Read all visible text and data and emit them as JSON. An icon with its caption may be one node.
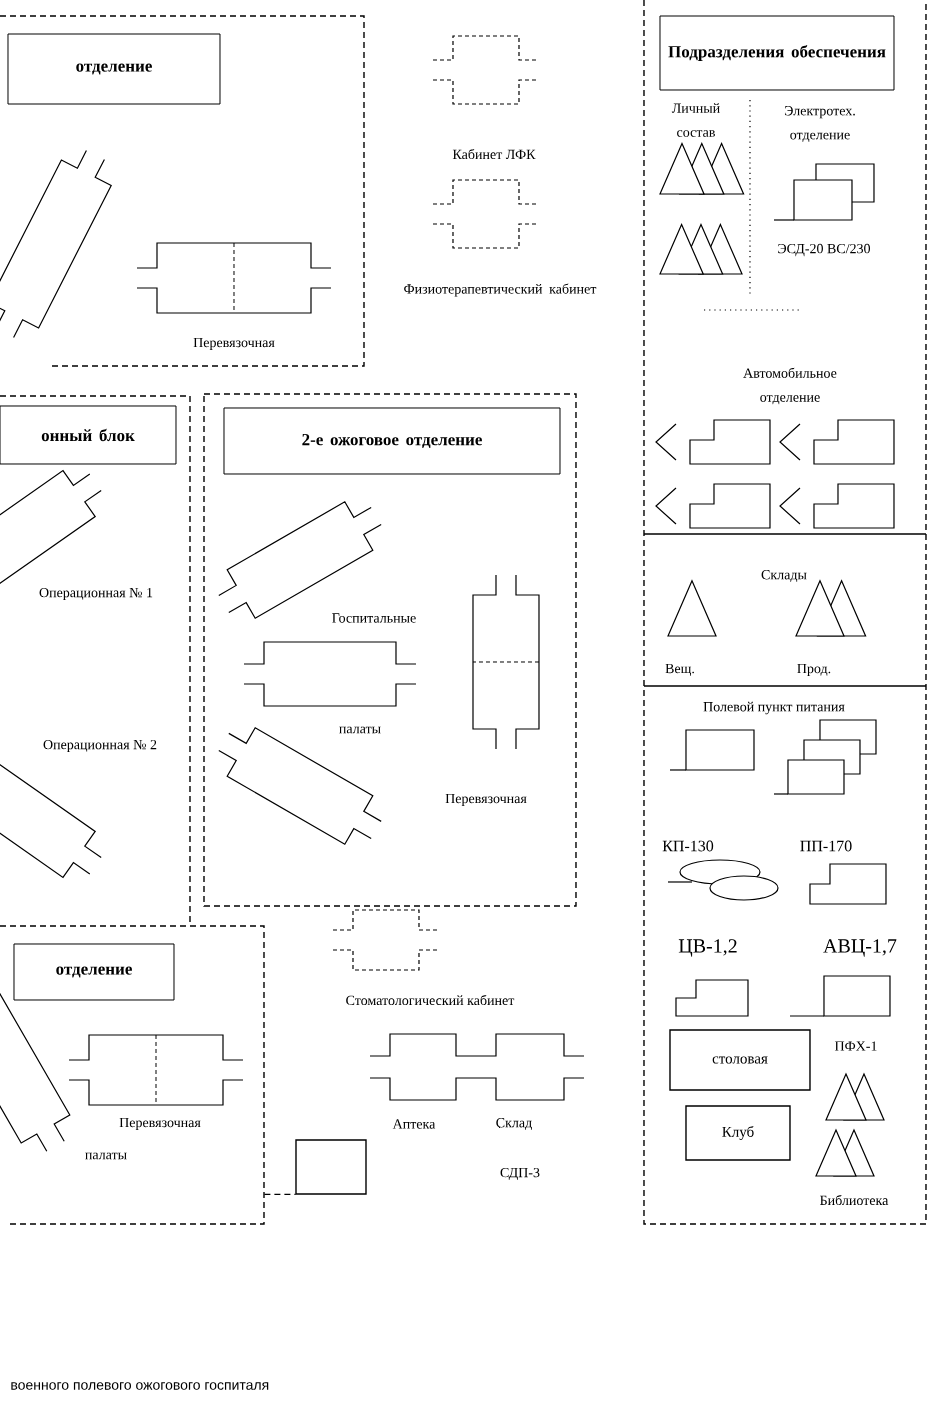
{
  "diagram": {
    "caption": "военного полевого ожогового госпиталя",
    "nodes": [
      {
        "text": [],
        "shape": "box"
      },
      {
        "text": [
          "отделение"
        ],
        "in": 0
      },
      {
        "text": [],
        "shape": "tent",
        "in": 0
      },
      {
        "text": [
          "Перевязочная"
        ],
        "in": 0
      },
      {
        "text": [
          "Кабинет ЛФК"
        ]
      },
      {
        "text": [
          "Физиотерапевтический кабинет"
        ]
      },
      {
        "text": [],
        "shape": "box"
      },
      {
        "text": [
          "Подразделения обеспечения"
        ],
        "in": 6
      },
      {
        "text": [
          "Личный состав"
        ],
        "in": 6
      },
      {
        "text": [],
        "shape": "triangle",
        "in": 6
      },
      {
        "text": [
          "Электротех. отделение",
          "ЭСД-20 ВС/230"
        ],
        "in": 6
      },
      {
        "text": [],
        "shape": "truck",
        "in": 6
      },
      {
        "text": [],
        "shape": "truck",
        "in": 6
      },
      {
        "text": [],
        "shape": "truck",
        "in": 6
      },
      {
        "text": [],
        "shape": "truck",
        "in": 6
      },
      {
        "text": [
          "Вещ."
        ],
        "in": 6
      },
      {
        "text": [
          "Прод."
        ],
        "in": 6
      },
      {
        "text": [],
        "shape": "rectangle",
        "in": 6
      },
      {
        "text": [],
        "shape": "rectangle",
        "in": 6
      },
      {
        "text": [
          "КП-130"
        ],
        "in": 6
      },
      {
        "text": [
          "ПП-170"
        ],
        "in": 6
      },
      {
        "text": [
          "ЦВ-1,2"
        ],
        "in": 6
      },
      {
        "text": [
          "АВЦ-1,7"
        ],
        "in": 6
      },
      {
        "text": [
          "столовая"
        ],
        "in": 6
      },
      {
        "text": [
          "ПФХ-1"
        ],
        "in": 6
      },
      {
        "text": [
          "Клуб"
        ],
        "in": 6
      },
      {
        "text": [
          "Библиотека"
        ],
        "in": 6
      },
      {
        "text": [],
        "shape": "box"
      },
      {
        "text": [
          "онный блок"
        ],
        "in": 27
      },
      {
        "text": [
          "Операционная № 1"
        ],
        "in": 27
      },
      {
        "text": [
          "Операционная № 2"
        ],
        "in": 27
      },
      {
        "text": [],
        "shape": "box"
      },
      {
        "text": [
          "2-е ожоговое отделение"
        ],
        "in": 31
      },
      {
        "text": [
          "Госпитальные"
        ],
        "in": 31
      },
      {
        "text": [
          "палаты"
        ],
        "in": 31
      },
      {
        "text": [],
        "shape": "tent",
        "in": 31
      },
      {
        "text": [
          "Перевязочная"
        ],
        "in": 31
      },
      {
        "text": [
          "Стоматологический кабинет"
        ]
      },
      {
        "text": [],
        "shape": "box"
      },
      {
        "text": [
          "отделение"
        ],
        "in": 38
      },
      {
        "text": [],
        "shape": "tent",
        "in": 38
      },
      {
        "text": [
          "Перевязочная"
        ],
        "in": 38
      },
      {
        "text": [
          "Аптека",
          "Склад"
        ]
      },
      {
        "text": [],
        "shape": "square"
      }
    ],
    "edges": [
      {
        "from": 38,
        "to": 43,
        "arrow": "none"
      }
    ],
    "labels": [
      "Автомобильное отделение",
      "Склады",
      "Полевой пункт питания",
      "палаты",
      "СДП-3"
    ]
  }
}
